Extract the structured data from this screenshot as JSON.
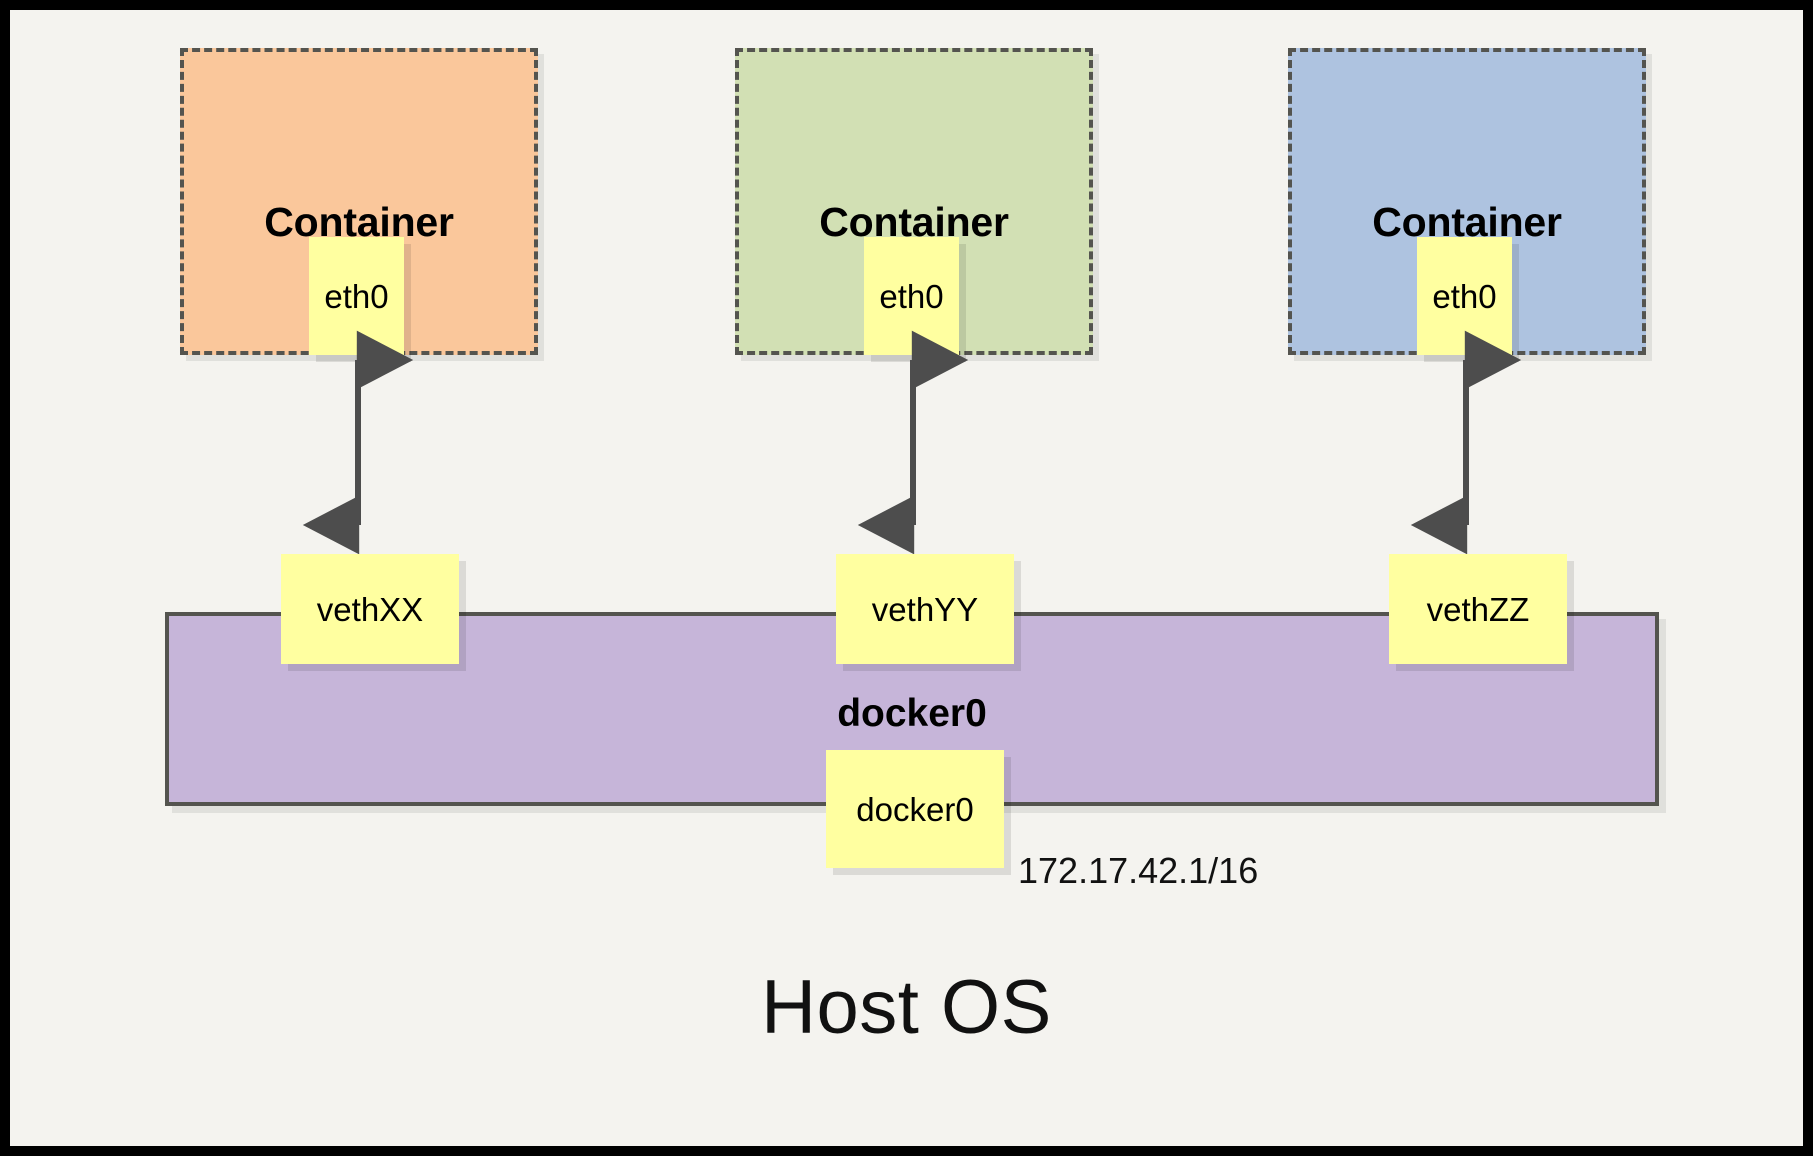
{
  "diagram": {
    "title_text": "Host OS",
    "background_color": "#f4f3ef",
    "frame_color": "#000000",
    "containers": [
      {
        "label": "Container",
        "fill": "#fac79b",
        "border": "#54544f",
        "interface": {
          "label": "eth0",
          "fill": "#ffffa0"
        }
      },
      {
        "label": "Container",
        "fill": "#d2e0b4",
        "border": "#54544f",
        "interface": {
          "label": "eth0",
          "fill": "#ffffa0"
        }
      },
      {
        "label": "Container",
        "fill": "#aec3e0",
        "border": "#54544f",
        "interface": {
          "label": "eth0",
          "fill": "#ffffa0"
        }
      }
    ],
    "veth_pairs": [
      {
        "label": "vethXX",
        "fill": "#ffffa0"
      },
      {
        "label": "vethYY",
        "fill": "#ffffa0"
      },
      {
        "label": "vethZZ",
        "fill": "#ffffa0"
      }
    ],
    "bridge": {
      "label": "docker0",
      "fill": "#c6b5d9",
      "border": "#54544f",
      "interface_label": "docker0",
      "interface_fill": "#ffffa0",
      "ip_address": "172.17.42.1/16"
    },
    "links": [
      {
        "from": "eth0",
        "to": "vethXX",
        "style": "double-arrow",
        "color": "#4d4d4d"
      },
      {
        "from": "eth0",
        "to": "vethYY",
        "style": "double-arrow",
        "color": "#4d4d4d"
      },
      {
        "from": "eth0",
        "to": "vethZZ",
        "style": "double-arrow",
        "color": "#4d4d4d"
      }
    ]
  }
}
